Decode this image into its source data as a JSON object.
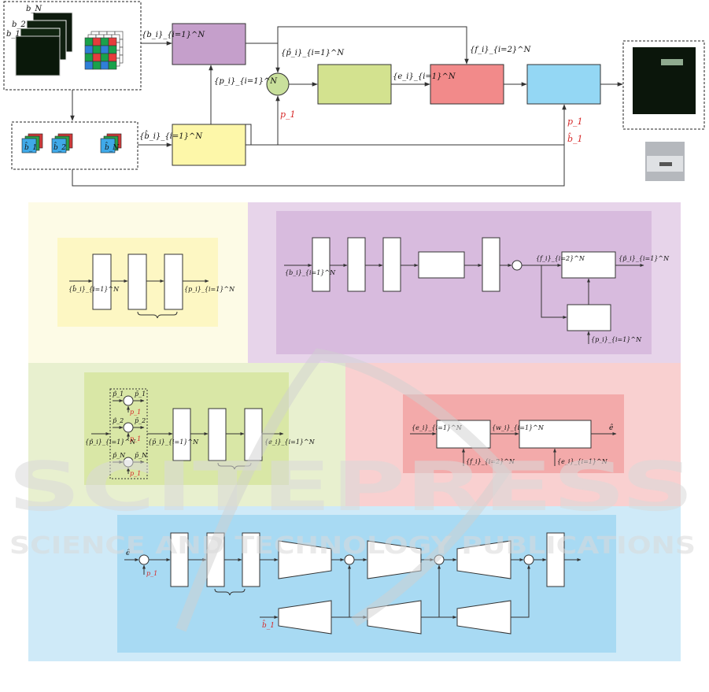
{
  "top": {
    "burst_labels": [
      "b_N",
      "b_2",
      "b_1"
    ],
    "edge_labels": {
      "burst_set": "{b_i}_{i=1}^N",
      "aligned_set": "{b̂_i}_{i=1}^N",
      "flow_set": "{p_i}_{i=1}^N",
      "warped_set": "{p̂_i}_{i=1}^N",
      "enc_set": "{e_i}_{i=1}^N",
      "feat_set": "{f_i}_{i=2}^N",
      "p1": "p_1",
      "b1hat": "b̂_1"
    },
    "mini_labels": [
      "b̂_1",
      "b̂_2",
      "b̂_N"
    ]
  },
  "yellow": {
    "in_label": "{b̂_i}_{i=1}^N",
    "out_label": "{p_i}_{i=1}^N"
  },
  "purple": {
    "in_label": "{b_i}_{i=1}^N",
    "f_label": "{f_i}_{i=2}^N",
    "out_label": "{p̂_i}_{i=1}^N",
    "p_label": "{p_i}_{i=1}^N"
  },
  "green": {
    "row_in": [
      "p̂_1",
      "p̂_2",
      "p̂_N"
    ],
    "row_out": [
      "p̄_1",
      "p̄_2",
      "p̄_N"
    ],
    "row_red": [
      "p_1",
      "p_1",
      "p_1"
    ],
    "in_label": "{p̂_i}_{i=1}^N",
    "mid_label": "{p̄_i}_{i=1}^N",
    "out_label": "{e_i}_{i=1}^N"
  },
  "red": {
    "in_label": "{e_i}_{i=1}^N",
    "w_label": "{w_i}_{i=1}^N",
    "out_label": "ê",
    "f_label": "{f_i}_{i=2}^N",
    "e_label": "{e_i}_{i=1}^N"
  },
  "blue": {
    "in_label": "ê",
    "p1_label": "p_1",
    "b1_label": "b̂_1"
  },
  "watermark": {
    "big": "SCITEPRESS",
    "small": "SCIENCE AND TECHNOLOGY PUBLICATIONS"
  },
  "colors": {
    "purple": "#c59fcb",
    "yellow": "#fdf7a9",
    "green": "#d3e28f",
    "red": "#f28a8a",
    "blue": "#94d7f4",
    "circle": "#c9e09c"
  }
}
